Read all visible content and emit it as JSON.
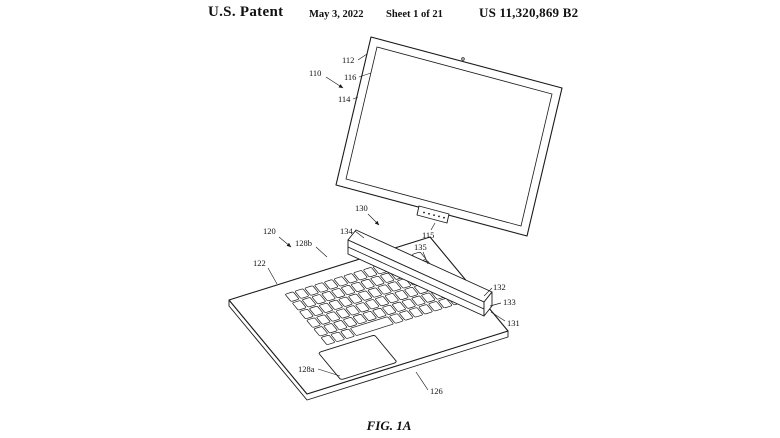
{
  "header": {
    "patent_label": "U.S. Patent",
    "date": "May 3, 2022",
    "sheet_info": "Sheet 1 of 21",
    "patent_number": "US 11,320,869 B2"
  },
  "figure": {
    "caption": "FIG. 1A",
    "labels": [
      "110",
      "112",
      "116",
      "114",
      "130",
      "134",
      "135",
      "115",
      "120",
      "128b",
      "122",
      "132",
      "133",
      "131",
      "128a",
      "126"
    ]
  }
}
